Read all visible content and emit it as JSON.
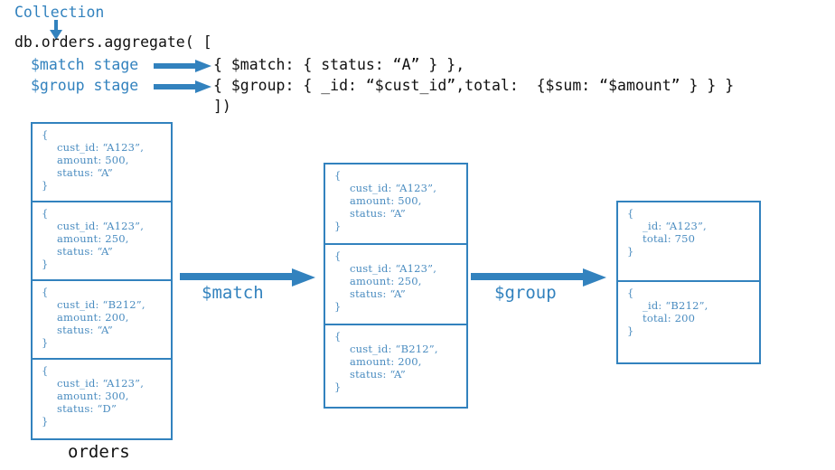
{
  "code": {
    "collection_label": "Collection",
    "aggregate_line": "db.orders.aggregate( [",
    "match_stage_label": "$match stage",
    "group_stage_label": "$group stage",
    "match_code_line": "{ $match: { status: “A” } },",
    "group_code_line": "{ $group: { _id: “$cust_id”,total:  {$sum: “$amount” } } }",
    "close_bracket_line": "])"
  },
  "pipeline": {
    "match_label": "$match",
    "group_label": "$group"
  },
  "collection_caption": "orders",
  "colors": {
    "accent_blue": "#3282BE",
    "doc_text_blue": "#4A8CC0",
    "code_black": "#111111"
  },
  "columns": {
    "collection": {
      "name": "orders",
      "documents": [
        {
          "open": "{",
          "fields": [
            "cust_id: “A123”,",
            "amount: 500,",
            "status: “A”"
          ],
          "close": "}"
        },
        {
          "open": "{",
          "fields": [
            "cust_id: “A123”,",
            "amount: 250,",
            "status: “A”"
          ],
          "close": "}"
        },
        {
          "open": "{",
          "fields": [
            "cust_id: “B212”,",
            "amount: 200,",
            "status: “A”"
          ],
          "close": "}"
        },
        {
          "open": "{",
          "fields": [
            "cust_id: “A123”,",
            "amount: 300,",
            "status: “D”"
          ],
          "close": "}"
        }
      ]
    },
    "after_match": {
      "documents": [
        {
          "open": "{",
          "fields": [
            "cust_id: “A123”,",
            "amount: 500,",
            "status: “A”"
          ],
          "close": "}"
        },
        {
          "open": "{",
          "fields": [
            "cust_id: “A123”,",
            "amount: 250,",
            "status: “A”"
          ],
          "close": "}"
        },
        {
          "open": "{",
          "fields": [
            "cust_id: “B212”,",
            "amount: 200,",
            "status: “A”"
          ],
          "close": "}"
        }
      ]
    },
    "after_group": {
      "documents": [
        {
          "open": "{",
          "fields": [
            "_id: “A123”,",
            "total: 750"
          ],
          "close": "}"
        },
        {
          "open": "{",
          "fields": [
            "_id: “B212”,",
            "total: 200"
          ],
          "close": "}"
        }
      ]
    }
  }
}
